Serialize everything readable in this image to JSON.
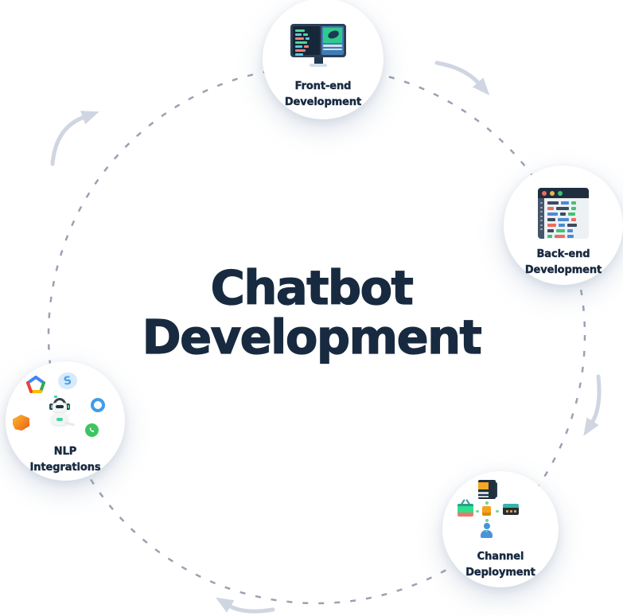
{
  "title": {
    "line1": "Chatbot",
    "line2": "Development"
  },
  "stations": [
    {
      "name": "front-end-development",
      "line1": "Front-end",
      "line2": "Development",
      "icon": "code-monitor-icon"
    },
    {
      "name": "back-end-development",
      "line1": "Back-end",
      "line2": "Development",
      "icon": "code-editor-window-icon"
    },
    {
      "name": "channel-deployment",
      "line1": "Channel",
      "line2": "Deployment",
      "icon": "deployment-channels-icon"
    },
    {
      "name": "nlp-integrations",
      "line1": "NLP",
      "line2": "Integrations",
      "icon": "nlp-services-icon"
    }
  ],
  "nlp": {
    "skype_letter": "S",
    "logos": [
      "dialogflow-icon",
      "skype-icon",
      "cortana-icon",
      "whatsapp-icon",
      "amazon-lex-icon",
      "chatbot-robot-icon"
    ]
  },
  "cycle": {
    "direction": "clockwise",
    "arrow_count": 4
  },
  "colors": {
    "title_text": "#182a40",
    "dashed_circle": "#98a2b3",
    "arrow": "#cfd6e2",
    "station_background": "#ffffff",
    "code_green": "#43c274",
    "code_blue": "#4b8ad6",
    "code_red": "#ea6d5f",
    "accent_orange": "#f6a623",
    "accent_teal": "#3ab3ab"
  }
}
